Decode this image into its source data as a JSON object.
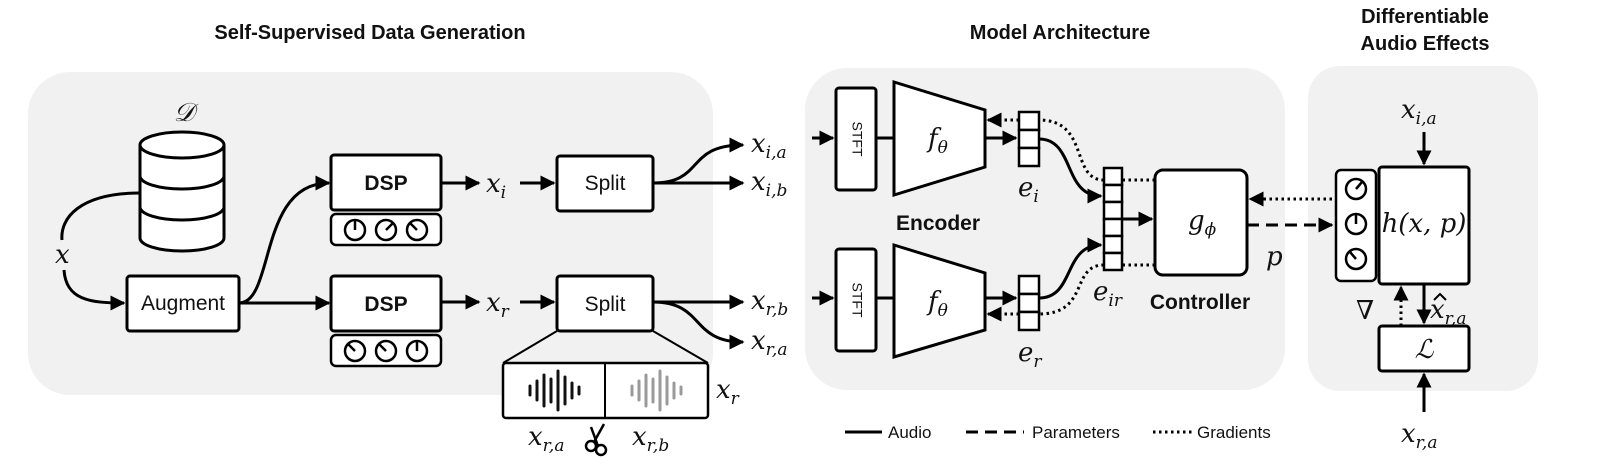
{
  "sections": {
    "data_generation": "Self-Supervised Data Generation",
    "model_architecture": "Model Architecture",
    "effects_line1": "Differentiable",
    "effects_line2": "Audio Effects"
  },
  "blocks": {
    "augment": "Augment",
    "dsp": "DSP",
    "split": "Split",
    "stft": "STFT",
    "encoder": "Encoder",
    "controller": "Controller"
  },
  "symbols": {
    "dataset": "𝒟",
    "x": "x",
    "f": "f",
    "f_sub": "θ",
    "g": "g",
    "g_sub": "ϕ",
    "p": "p",
    "h": "h(x, p)",
    "loss": "ℒ",
    "nabla": "∇",
    "e": "e",
    "i": "i",
    "r": "r",
    "ir": "ir",
    "ia": "i,a",
    "ib": "i,b",
    "ra": "r,a",
    "rb": "r,b"
  },
  "legend": {
    "audio": "Audio",
    "parameters": "Parameters",
    "gradients": "Gradients"
  },
  "colors": {
    "panel": "#f1f1f1",
    "stroke": "#000000",
    "waveform_dark": "#111111",
    "waveform_light": "#9a9a9a"
  }
}
